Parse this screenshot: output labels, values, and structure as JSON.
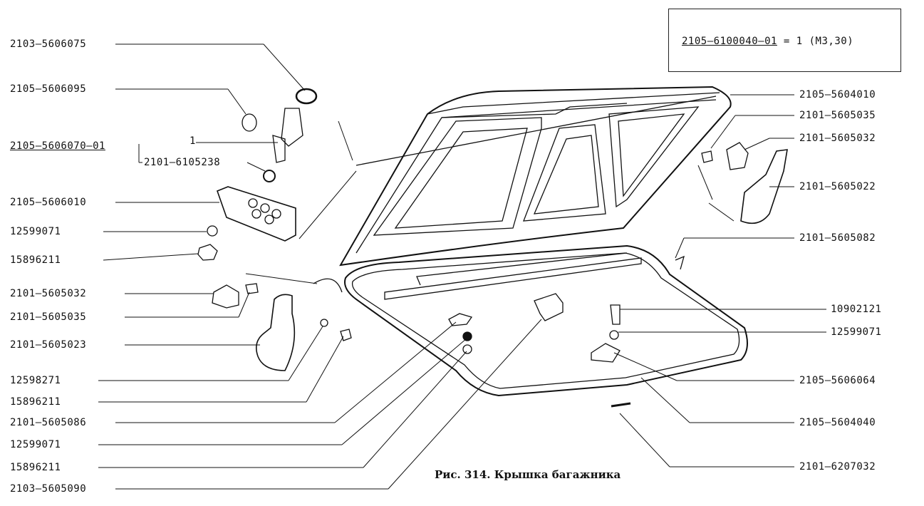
{
  "caption": "Рис. 314. Крышка багажника",
  "spec_box": {
    "code": "2105–6100040–01",
    "equals": "=",
    "quantity": "1",
    "note": "(М3,30)"
  },
  "group_bracket_label": "1",
  "labels_left": [
    "2103–5606075",
    "2105–5606095",
    "2105–5606070–01",
    "2101–6105238",
    "2105–5606010",
    "12599071",
    "15896211",
    "2101–5605032",
    "2101–5605035",
    "2101–5605023",
    "12598271",
    "15896211",
    "2101–5605086",
    "12599071",
    "15896211",
    "2103–5605090"
  ],
  "labels_right": [
    "2105–5604010",
    "2101–5605035",
    "2101–5605032",
    "2101–5605022",
    "2101–5605082",
    "10902121",
    "12599071",
    "2105–5606064",
    "2105–5604040",
    "2101–6207032"
  ]
}
